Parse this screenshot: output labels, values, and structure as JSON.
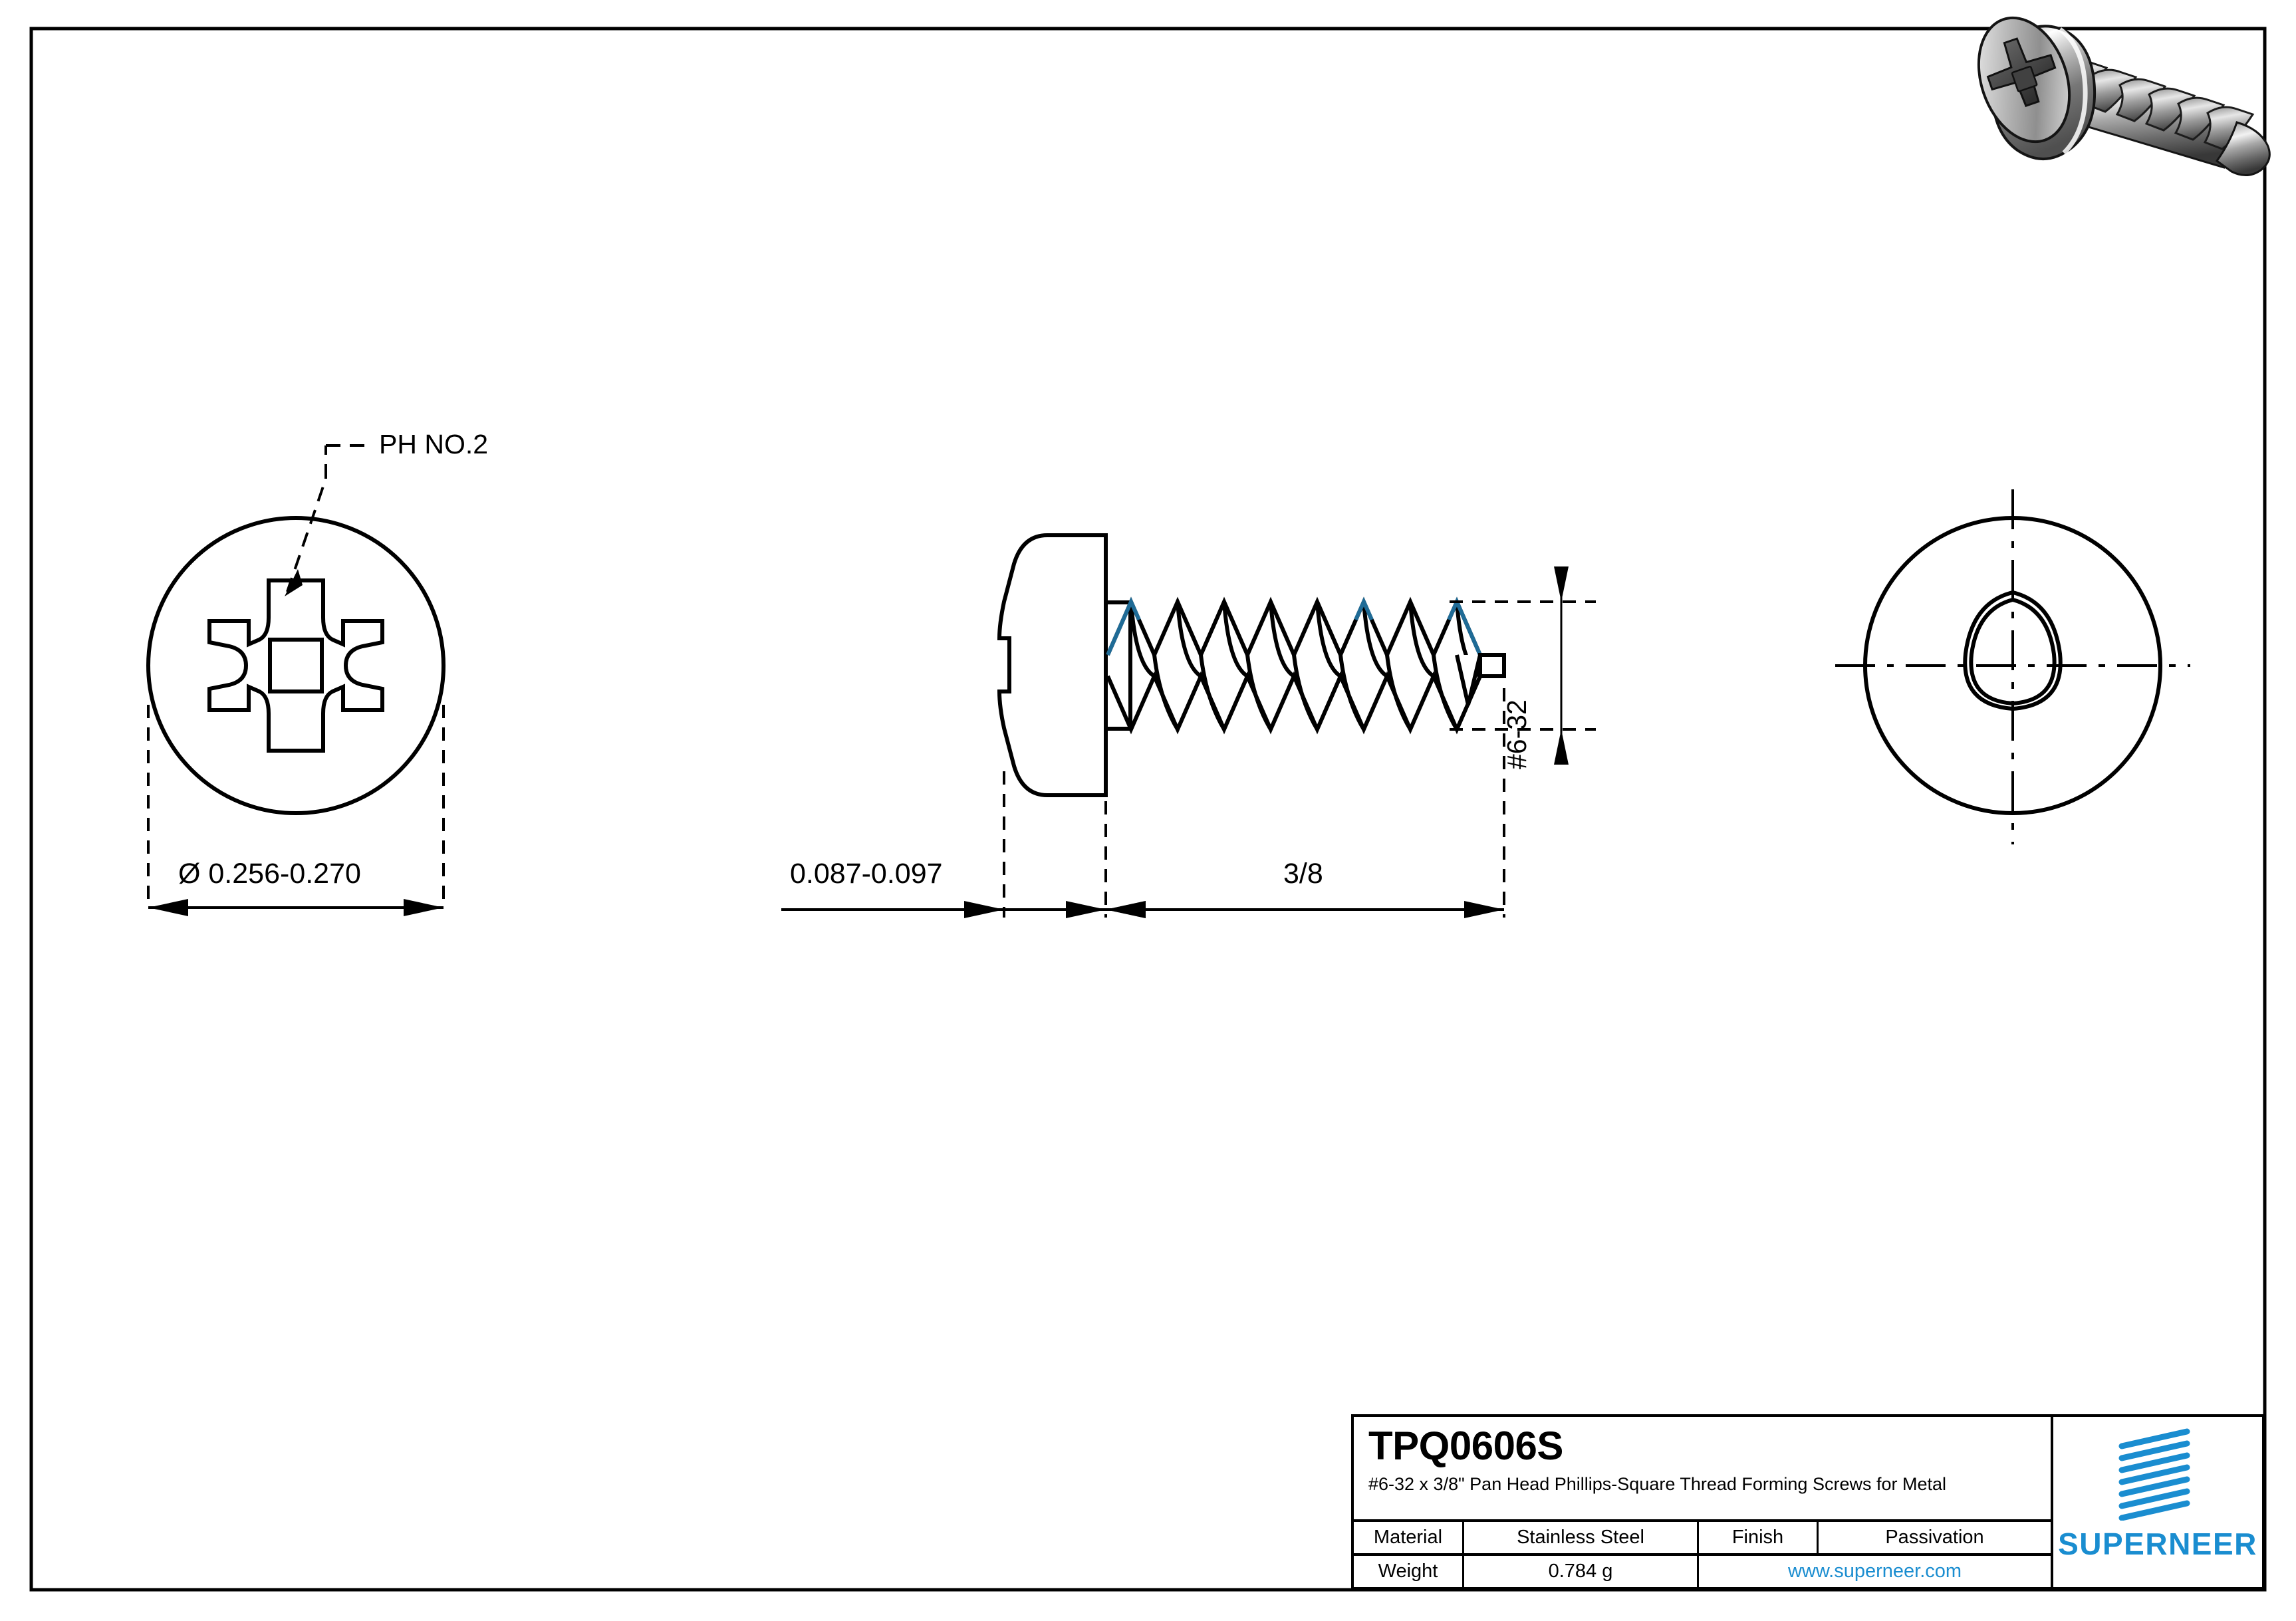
{
  "sheet": {
    "border_color": "#000000",
    "background": "#ffffff"
  },
  "views": {
    "top_view": {
      "name": "head-top-view",
      "leader_label": "PH NO.2",
      "diameter_dimension": "Ø 0.256-0.270"
    },
    "side_view": {
      "name": "side-elevation-view",
      "head_height_dimension": "0.087-0.097",
      "thread_length_dimension": "3/8",
      "thread_size_dimension": "#6-32"
    },
    "bottom_view": {
      "name": "point-end-view"
    },
    "render": {
      "name": "screw-3d-render",
      "alt": "3D rendered stainless steel pan head phillips thread forming screw"
    }
  },
  "title_block": {
    "part_number": "TPQ0606S",
    "description": "#6-32 x 3/8\" Pan Head Phillips-Square Thread Forming Screws for Metal",
    "material_label": "Material",
    "material_value": "Stainless Steel",
    "finish_label": "Finish",
    "finish_value": "Passivation",
    "weight_label": "Weight",
    "weight_value": "0.784 g",
    "url": "www.superneer.com",
    "brand": "SUPERNEER",
    "brand_color": "#1a8dd0"
  }
}
